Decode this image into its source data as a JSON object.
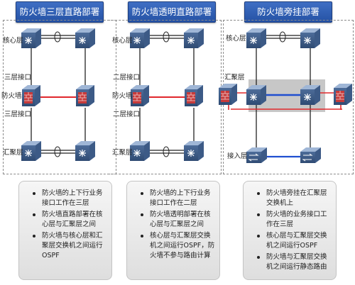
{
  "panels": [
    {
      "title": "防火墙三层直路部署",
      "labels": {
        "core": "核心层",
        "l3_port_top": "三层接口",
        "firewall": "防火墙",
        "l3_port_bottom": "三层接口",
        "aggregation": "汇聚层"
      },
      "notes": [
        "防火墙的上下行业务接口工作在三层",
        "防火墙直路部署在核心层与汇聚层之间",
        "防火墙与核心层和汇聚层交换机之间运行OSPF"
      ]
    },
    {
      "title": "防火墙透明直路部署",
      "labels": {
        "core": "核心层",
        "l2_port_top": "二层接口",
        "firewall": "防火墙",
        "l2_port_bottom": "二层接口",
        "aggregation": "汇聚层"
      },
      "notes": [
        "防火墙的上下行业务接口工作在二层",
        "防火墙透明部署在核心层与汇聚层之间",
        "核心层与汇聚层交换机之间运行OSPF，防火墙不参与路由计算"
      ]
    },
    {
      "title": "防火墙旁挂部署",
      "labels": {
        "core": "核心层",
        "aggregation": "汇聚层",
        "access": "接入层"
      },
      "notes": [
        "防火墙旁挂在汇聚层交换机上",
        "防火墙的业务接口工作在三层",
        "核心层与汇聚层交换机之间运行OSPF",
        "防火墙与汇聚层交换机之间运行静态路由"
      ]
    }
  ],
  "colors": {
    "title_bg": "#2f5fb8",
    "firewall_link": "#e0282c",
    "access_link": "#1f4fd0",
    "device": "#4f6f9f"
  },
  "icons": [
    "core-switch-icon",
    "firewall-icon",
    "aggregation-switch-icon",
    "access-switch-icon"
  ]
}
